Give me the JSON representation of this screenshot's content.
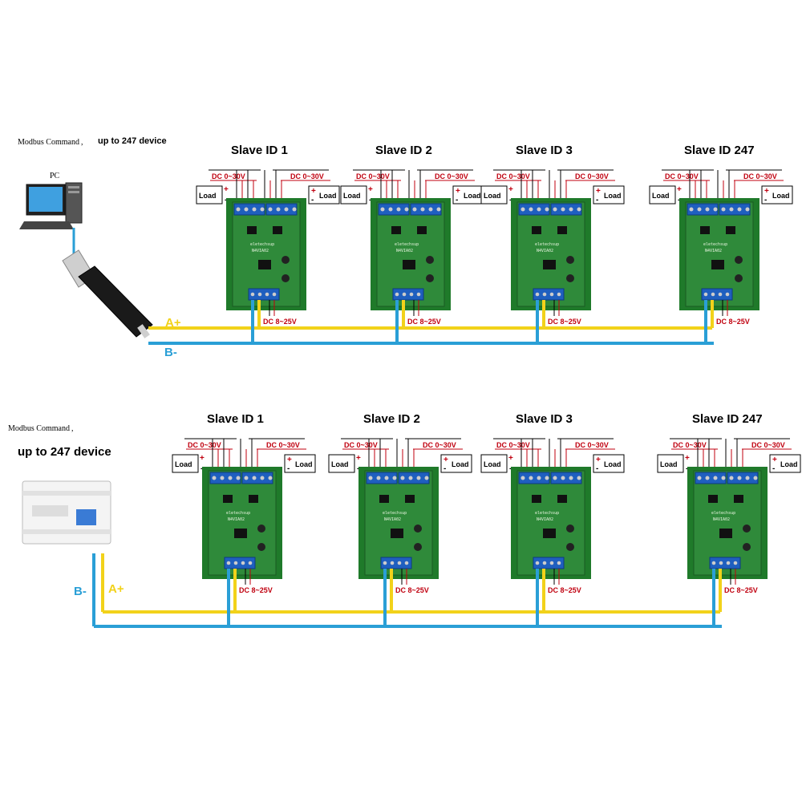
{
  "top": {
    "command_label": "Modbus Command ,",
    "device_label": "up to 247 device",
    "pc_label": "PC",
    "bus_a_label": "A+",
    "bus_b_label": "B-",
    "modules": [
      {
        "title": "Slave ID 1",
        "dc_in": "DC 0~30V",
        "dc_in2": "DC 0~30V",
        "load": "Load",
        "power": "DC 8~25V"
      },
      {
        "title": "Slave ID 2",
        "dc_in": "DC 0~30V",
        "dc_in2": "DC 0~30V",
        "load": "Load",
        "power": "DC 8~25V"
      },
      {
        "title": "Slave ID 3",
        "dc_in": "DC 0~30V",
        "dc_in2": "DC 0~30V",
        "load": "Load",
        "power": "DC 8~25V"
      },
      {
        "title": "Slave ID 247",
        "dc_in": "DC 0~30V",
        "dc_in2": "DC 0~30V",
        "load": "Load",
        "power": "DC 8~25V"
      }
    ]
  },
  "bottom": {
    "command_label": "Modbus Command ,",
    "device_label": "up to 247 device",
    "bus_a_label": "A+",
    "bus_b_label": "B-",
    "modules": [
      {
        "title": "Slave ID 1",
        "dc_in": "DC 0~30V",
        "dc_in2": "DC 0~30V",
        "load": "Load",
        "power": "DC 8~25V"
      },
      {
        "title": "Slave ID 2",
        "dc_in": "DC 0~30V",
        "dc_in2": "DC 0~30V",
        "load": "Load",
        "power": "DC 8~25V"
      },
      {
        "title": "Slave ID 3",
        "dc_in": "DC 0~30V",
        "dc_in2": "DC 0~30V",
        "load": "Load",
        "power": "DC 8~25V"
      },
      {
        "title": "Slave ID 247",
        "dc_in": "DC 0~30V",
        "dc_in2": "DC 0~30V",
        "load": "Load",
        "power": "DC 8~25V"
      }
    ]
  },
  "pcb_marking": "eletechsup",
  "pcb_model": "N4VIA02",
  "colors": {
    "bus_a": "#f2d21a",
    "bus_b": "#2a9fd6",
    "wire_red": "#c0000f",
    "pcb_green": "#2f8a3a",
    "din_rail_green": "#1f7a2a",
    "terminal_blue": "#1f5fbf"
  }
}
